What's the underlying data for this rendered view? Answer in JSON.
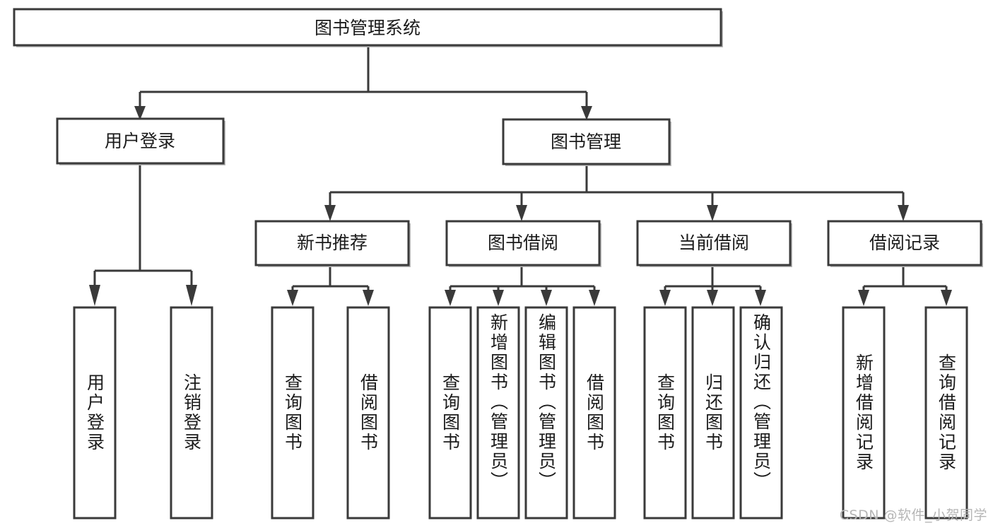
{
  "diagram": {
    "type": "tree",
    "title": "图书管理系统",
    "orientation": "top-down",
    "colors": {
      "box_fill": "#ffffff",
      "box_stroke": "#3a3a3a",
      "connector": "#3a3a3a",
      "text": "#1b1b1b",
      "watermark": "#b6b6b6",
      "background": "#ffffff"
    },
    "root": {
      "label": "图书管理系统"
    },
    "level2": [
      {
        "label": "用户登录"
      },
      {
        "label": "图书管理"
      }
    ],
    "level3": [
      {
        "label": "新书推荐"
      },
      {
        "label": "图书借阅"
      },
      {
        "label": "当前借阅"
      },
      {
        "label": "借阅记录"
      }
    ],
    "leaves": {
      "user_login": [
        {
          "label": "用户登录"
        },
        {
          "label": "注销登录"
        }
      ],
      "new_book_recommend": [
        {
          "label": "查询图书"
        },
        {
          "label": "借阅图书"
        }
      ],
      "book_borrow": [
        {
          "label": "查询图书"
        },
        {
          "label": "新增图书（管理员）"
        },
        {
          "label": "编辑图书（管理员）"
        },
        {
          "label": "借阅图书"
        }
      ],
      "current_borrow": [
        {
          "label": "查询图书"
        },
        {
          "label": "归还图书"
        },
        {
          "label": "确认归还（管理员）"
        }
      ],
      "borrow_record": [
        {
          "label": "新增借阅记录"
        },
        {
          "label": "查询借阅记录"
        }
      ]
    },
    "watermark": "CSDN @软件_小贺同学"
  }
}
